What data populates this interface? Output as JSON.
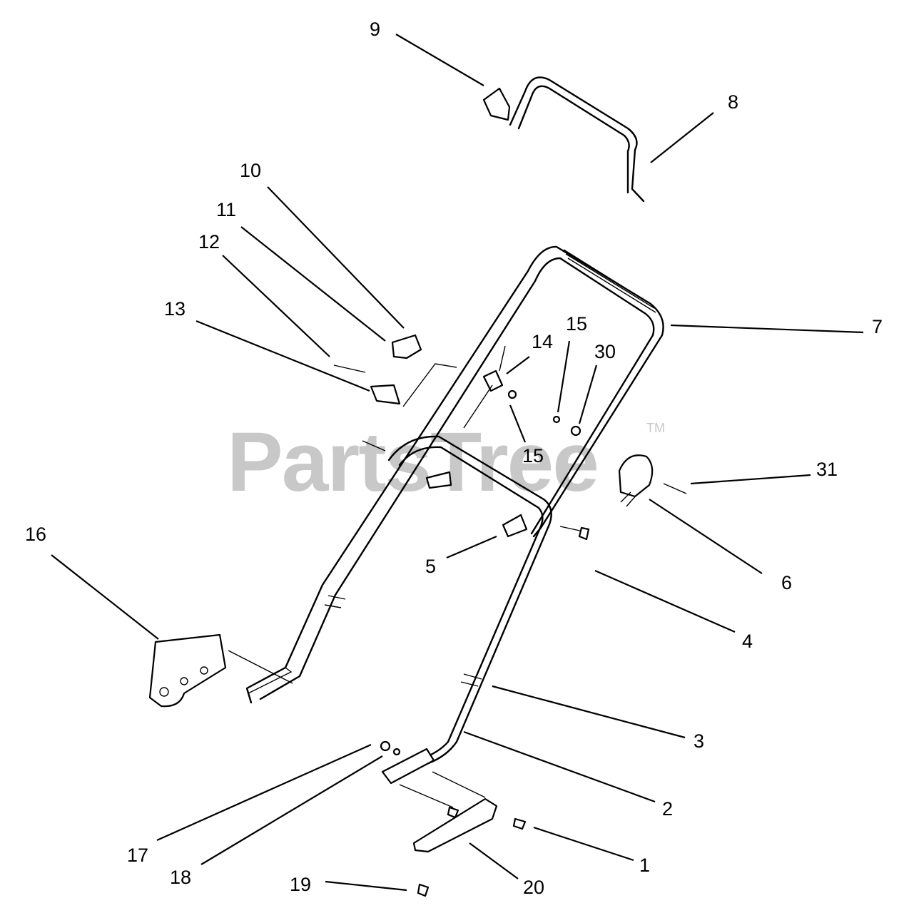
{
  "watermark": {
    "text": "PartsTree",
    "mark": "TM"
  },
  "callouts": [
    "9",
    "8",
    "10",
    "11",
    "12",
    "13",
    "14",
    "15",
    "30",
    "7",
    "15",
    "31",
    "16",
    "5",
    "6",
    "4",
    "3",
    "2",
    "17",
    "18",
    "1",
    "20",
    "19"
  ]
}
